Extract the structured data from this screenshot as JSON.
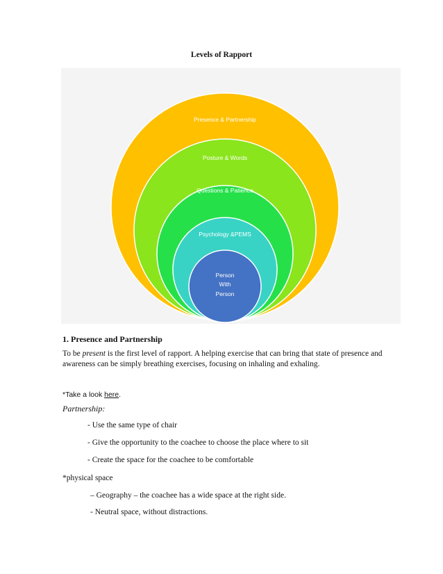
{
  "document": {
    "title": "Levels of Rapport",
    "diagram": {
      "rings": [
        {
          "label": "Presence & Partnership",
          "color": "#FFC000"
        },
        {
          "label": "Posture & Words",
          "color": "#8AE51C"
        },
        {
          "label": "Questions & Patience",
          "color": "#26E04A"
        },
        {
          "label": "Psychology &PEMS",
          "color": "#38D3C5"
        },
        {
          "label_lines": [
            "Person",
            "With",
            "Person"
          ],
          "color": "#4472C4"
        }
      ]
    },
    "section1": {
      "heading": "1. Presence and Partnership",
      "para_pre": "To be ",
      "para_em": "present",
      "para_post": " is the first level of rapport. A helping exercise that can bring that state of presence and awareness can be simply breathing exercises, focusing on inhaling and exhaling.",
      "note_pre": "*Take a look ",
      "note_link": "here",
      "note_post": ".",
      "partnership_heading": "Partnership:",
      "partnership_items": [
        "- Use the same type of chair",
        "- Give the opportunity to the coachee to choose the place where to sit",
        "- Create the space for the coachee to be comfortable"
      ],
      "physical_heading": "*physical space",
      "physical_items": [
        "– Geography – the coachee has a wide space at the right side.",
        "-  Neutral space, without distractions."
      ]
    }
  }
}
